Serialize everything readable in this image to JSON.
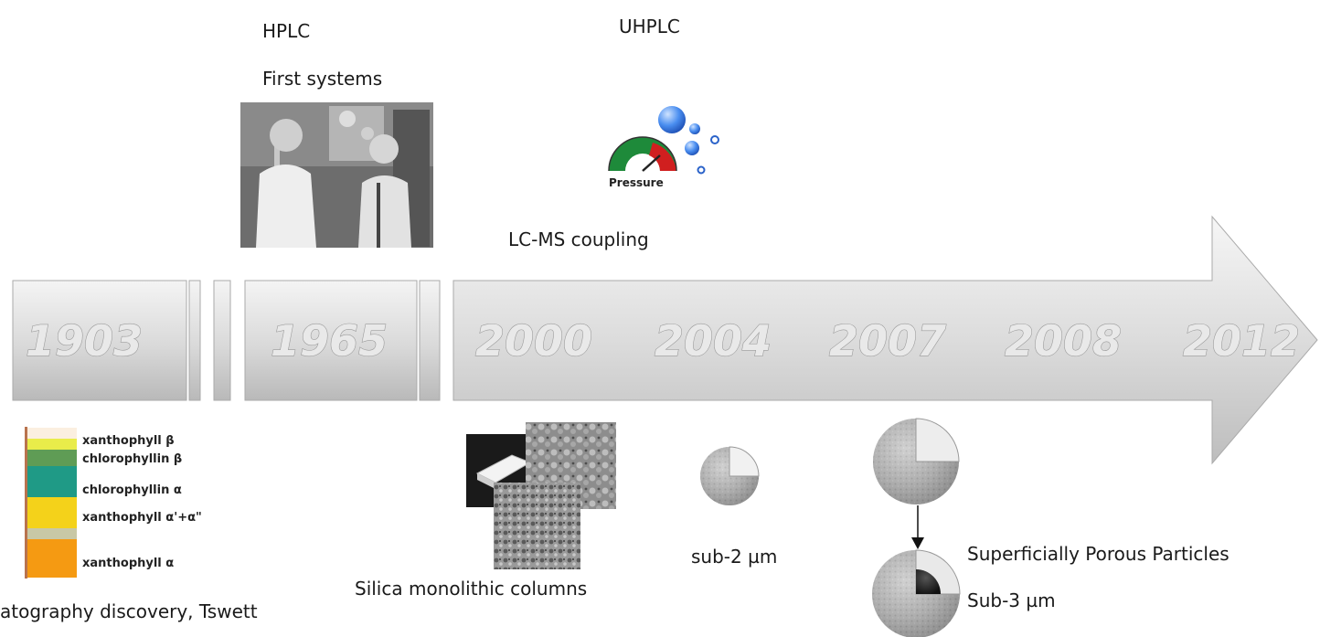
{
  "labels": {
    "hplc": "HPLC",
    "first_systems": "First systems",
    "uhplc": "UHPLC",
    "pressure": "Pressure",
    "lcms": "LC-MS coupling",
    "tswett": "atography discovery, Tswett",
    "monolith": "Silica monolithic columns",
    "sub2": "sub-2 µm",
    "spp": "Superficially Porous Particles",
    "sub3": "Sub-3 µm"
  },
  "years": [
    "1903",
    "1965",
    "2000",
    "2004",
    "2007",
    "2008",
    "2012"
  ],
  "chromatogram_bands": [
    {
      "label": "xanthophyll β",
      "color": "#e9ec4a"
    },
    {
      "label": "chlorophyllin β",
      "color": "#5f9c55"
    },
    {
      "label": "chlorophyllin α",
      "color": "#1f9a86"
    },
    {
      "label": "xanthophyll α'+α\"",
      "color": "#f4d21a"
    },
    {
      "label": "xanthophyll α",
      "color": "#f59a12"
    }
  ],
  "colors": {
    "arrow_light": "#f2f2f2",
    "arrow_dark": "#b8b8b8",
    "year_fill": "#e9e9e9"
  }
}
